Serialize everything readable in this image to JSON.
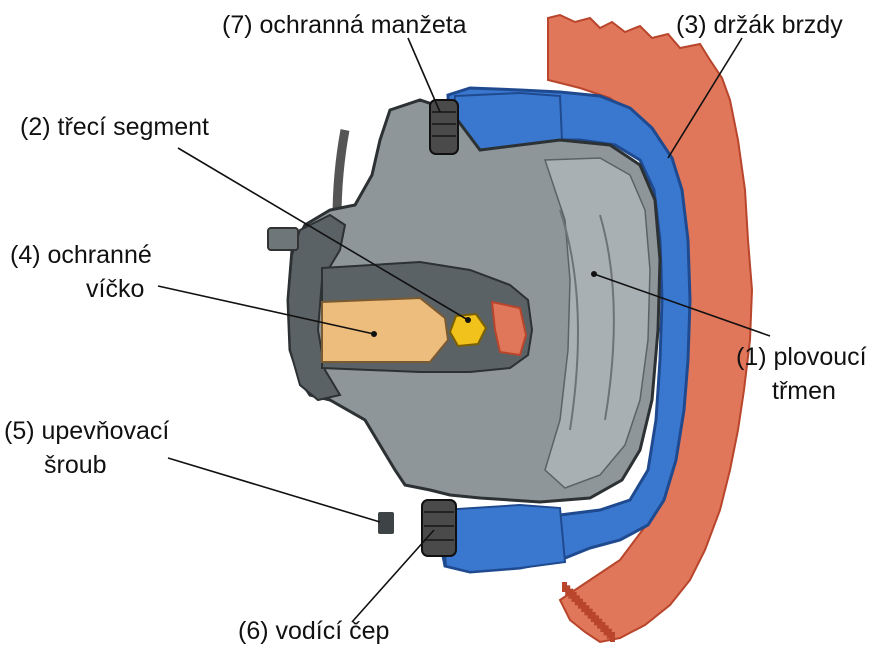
{
  "labels": {
    "l7": "(7) ochranná manžeta",
    "l3": "(3) držák brzdy",
    "l2": "(2) třecí segment",
    "l4a": "(4) ochranné",
    "l4b": "víčko",
    "l1a": "(1) plovoucí",
    "l1b": "třmen",
    "l5a": "(5) upevňovací",
    "l5b": "šroub",
    "l6": "(6) vodící čep"
  },
  "colors": {
    "disc": "#e0765a",
    "disc_edge": "#b8452c",
    "bracket": "#3a78d0",
    "bracket_dark": "#1f4a8f",
    "caliper": "#8e9699",
    "caliper_dark": "#5b6265",
    "caliper_light": "#a8b0b3",
    "pad": "#edbd7d",
    "bolt": "#f1c21b",
    "boot": "#4a4a4a"
  }
}
